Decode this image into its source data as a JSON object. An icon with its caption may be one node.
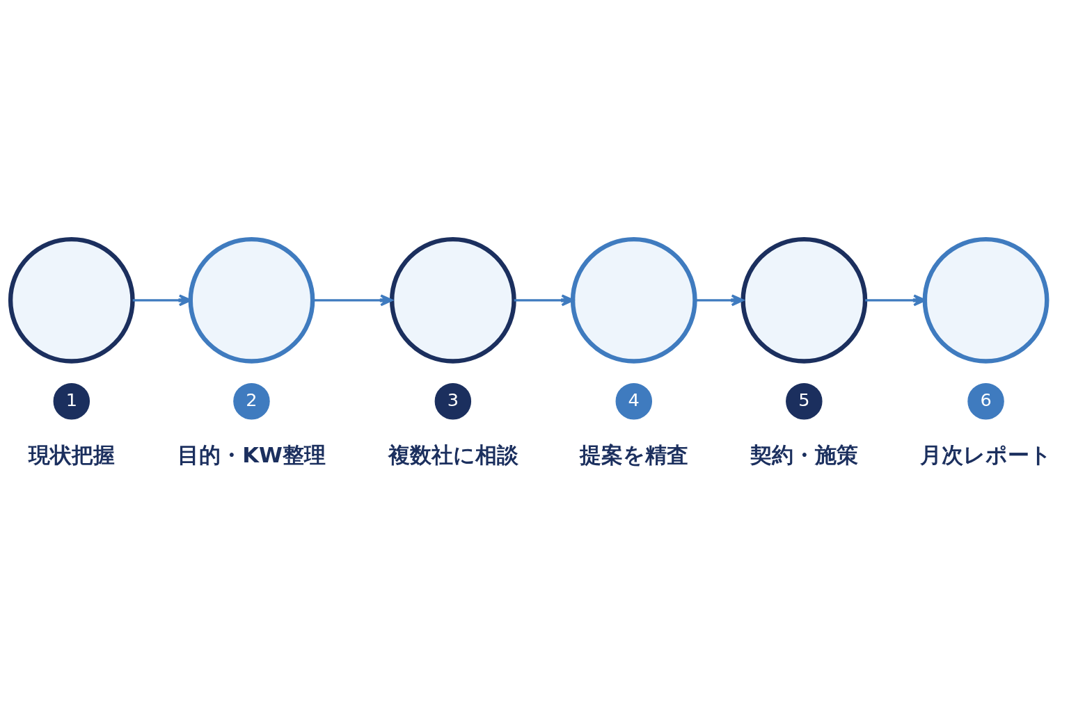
{
  "diagram": {
    "nodes": [
      {
        "text": [],
        "shape": "circle"
      },
      {
        "text": [],
        "shape": "circle"
      },
      {
        "text": [],
        "shape": "circle"
      },
      {
        "text": [],
        "shape": "circle"
      },
      {
        "text": [],
        "shape": "circle"
      },
      {
        "text": [],
        "shape": "circle"
      },
      {
        "text": [
          "1"
        ],
        "beside": [
          "現状把握"
        ]
      },
      {
        "text": [
          "2"
        ],
        "beside": [
          "目的・KW整理"
        ]
      },
      {
        "text": [
          "3"
        ],
        "beside": [
          "複数社に相談"
        ]
      },
      {
        "text": [
          "4"
        ],
        "beside": [
          "提案を精査"
        ]
      },
      {
        "text": [
          "5"
        ],
        "beside": [
          "契約・施策"
        ]
      },
      {
        "text": [
          "6"
        ],
        "beside": [
          "月次レポート"
        ]
      }
    ],
    "edges": [
      {
        "from": 0,
        "to": 1,
        "arrow": "to"
      },
      {
        "from": 1,
        "to": 2,
        "arrow": "to"
      },
      {
        "from": 2,
        "to": 3,
        "arrow": "to"
      },
      {
        "from": 3,
        "to": 4,
        "arrow": "to"
      },
      {
        "from": 4,
        "to": 5,
        "arrow": "to"
      }
    ]
  }
}
